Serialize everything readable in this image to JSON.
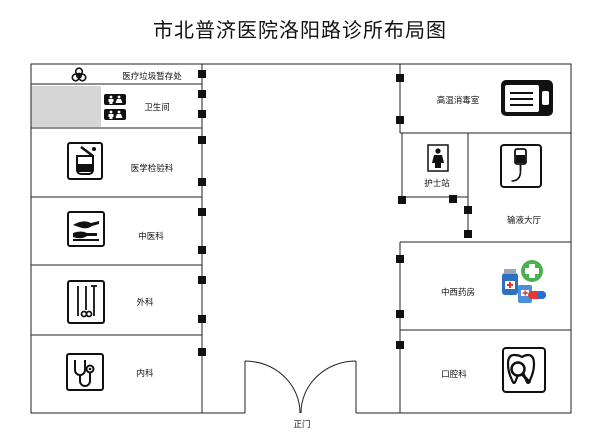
{
  "title": "市北普济医院洛阳路诊所布局图",
  "rooms": {
    "waste": "医疗垃圾暂存处",
    "toilet": "卫生间",
    "lab": "医学检验科",
    "tcm": "中医科",
    "surgery": "外科",
    "internal": "内科",
    "sterilization": "高温消毒室",
    "nurse": "护士站",
    "infusion": "输液大厅",
    "pharmacy": "中西药房",
    "dental": "口腔科"
  },
  "entrance": "正门",
  "icons": [
    "biohazard-icon",
    "restroom-icon",
    "lab-flask-icon",
    "hand-massage-icon",
    "surgical-tools-icon",
    "stethoscope-icon",
    "sterilizer-icon",
    "nurse-icon",
    "iv-drip-icon",
    "medicine-icon",
    "tooth-icon"
  ]
}
